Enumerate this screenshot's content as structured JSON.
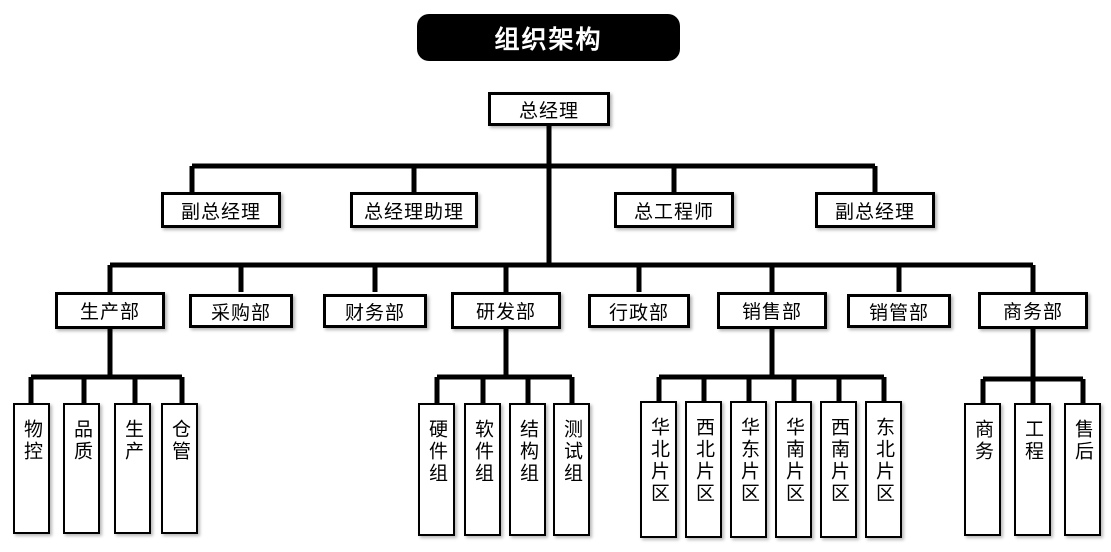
{
  "chart_data": {
    "type": "diagram",
    "title": "组织架构",
    "diagram_kind": "organization-chart",
    "orientation": "top-down",
    "levels": 4,
    "node_count": 31
  },
  "title": {
    "label": "组织架构"
  },
  "root": {
    "label": "总经理"
  },
  "executives": [
    {
      "label": "副总经理"
    },
    {
      "label": "总经理助理"
    },
    {
      "label": "总工程师"
    },
    {
      "label": "副总经理"
    }
  ],
  "departments": [
    {
      "label": "生产部"
    },
    {
      "label": "采购部"
    },
    {
      "label": "财务部"
    },
    {
      "label": "研发部"
    },
    {
      "label": "行政部"
    },
    {
      "label": "销售部"
    },
    {
      "label": "销管部"
    },
    {
      "label": "商务部"
    }
  ],
  "production_units": [
    {
      "label": "物控"
    },
    {
      "label": "品质"
    },
    {
      "label": "生产"
    },
    {
      "label": "仓管"
    }
  ],
  "rnd_units": [
    {
      "label": "硬件组"
    },
    {
      "label": "软件组"
    },
    {
      "label": "结构组"
    },
    {
      "label": "测试组"
    }
  ],
  "sales_regions": [
    {
      "label": "华北片区"
    },
    {
      "label": "西北片区"
    },
    {
      "label": "华东片区"
    },
    {
      "label": "华南片区"
    },
    {
      "label": "西南片区"
    },
    {
      "label": "东北片区"
    }
  ],
  "business_units": [
    {
      "label": "商务"
    },
    {
      "label": "工程"
    },
    {
      "label": "售后"
    }
  ],
  "colors": {
    "background": "#ffffff",
    "line": "#000000",
    "box_border": "#000000",
    "box_fill": "#ffffff",
    "title_fill": "#000000",
    "title_text": "#ffffff"
  }
}
